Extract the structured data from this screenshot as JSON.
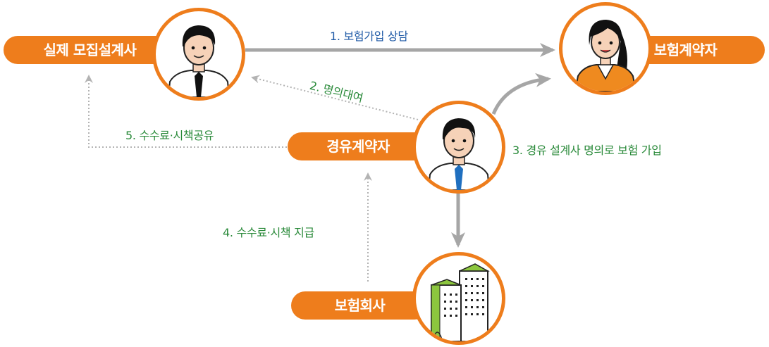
{
  "colors": {
    "accent": "#ee7d1c",
    "label_green": "#2a8a3a",
    "label_blue": "#1f5aa6",
    "solid_arrow": "#a6a6a6",
    "dotted_arrow": "#b3b3b3"
  },
  "nodes": {
    "actual_agent": {
      "label": "실제 모집설계사",
      "icon": "male-agent-avatar"
    },
    "policyholder": {
      "label": "보험계약자",
      "icon": "female-policyholder-avatar"
    },
    "borrowed_contractor": {
      "label": "경유계약자",
      "icon": "male-contractor-avatar"
    },
    "insurer": {
      "label": "보험회사",
      "icon": "office-building-icon"
    }
  },
  "edges": {
    "e1": {
      "label": "1. 보험가입 상담",
      "style": "solid"
    },
    "e2": {
      "label": "2. 명의대여",
      "style": "dotted"
    },
    "e3": {
      "label": "3. 경유 설계사 명의로 보험 가입",
      "style": "solid"
    },
    "e4": {
      "label": "4. 수수료·시책 지급",
      "style": "dotted"
    },
    "e5": {
      "label": "5. 수수료·시책공유",
      "style": "dotted"
    }
  }
}
